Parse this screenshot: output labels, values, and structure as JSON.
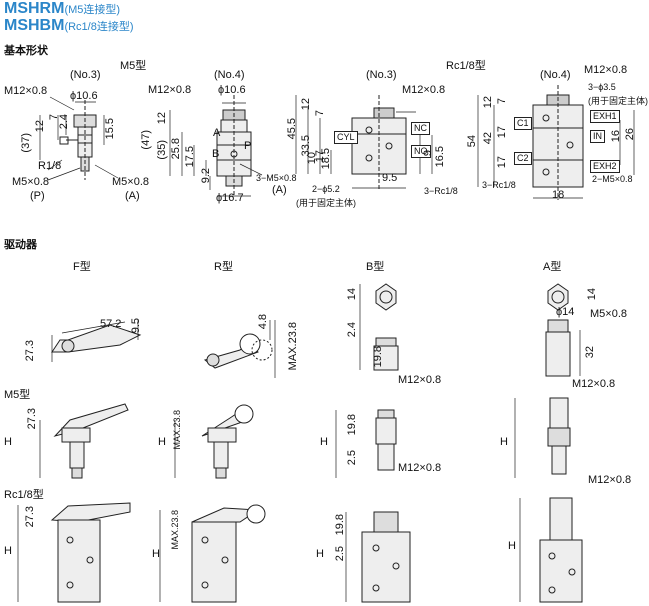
{
  "header": {
    "title1": "MSHRM",
    "title1_sub": "(M5连接型)",
    "title2": "MSHBM",
    "title2_sub": "(Rc1/8连接型)"
  },
  "sections": {
    "basic_shape": "基本形状",
    "actuator": "驱动器"
  },
  "basic": {
    "m5_label": "M5型",
    "rc_label": "Rc1/8型",
    "no3": "(No.3)",
    "no4": "(No.4)",
    "m12": "M12×0.8",
    "phi106": "ϕ10.6",
    "d37": "(37)",
    "d12": "12",
    "d7": "7",
    "d24": "2.4",
    "d155": "15.5",
    "r18": "R1/8",
    "m5x08": "M5×0.8",
    "p": "(P)",
    "a": "(A)",
    "d47": "(47)",
    "d35": "(35)",
    "d258": "25.8",
    "d175": "17.5",
    "d92": "9.2",
    "letterA": "A",
    "letterB": "B",
    "letterP": "P",
    "three_m5": "3−M5×0.8",
    "a2": "(A)",
    "phi167": "ϕ16.7",
    "d455": "45.5",
    "d335": "33.5",
    "d10": "10",
    "d17": "17",
    "d185": "18.5",
    "cyl": "CYL",
    "nc": "NC",
    "no": "NO",
    "d9": "9",
    "d165": "16.5",
    "d95": "9.5",
    "two_phi52": "2−ϕ5.2",
    "fix_note": "(用于固定主体)",
    "three_rc": "3−Rc1/8",
    "d54": "54",
    "d42": "42",
    "three_phi35": "3−ϕ3.5",
    "fix_note2": "(用于固定主体)",
    "exh1": "EXH1",
    "in": "IN",
    "exh2": "EXH2",
    "c1": "C1",
    "c2": "C2",
    "d16": "16",
    "d26": "26",
    "d18": "18",
    "three_rc2": "3−Rc1/8",
    "two_m5": "2−M5×0.8"
  },
  "actuator": {
    "f": "F型",
    "r": "R型",
    "b": "B型",
    "a": "A型",
    "d572": "57.2",
    "d95": "9.5",
    "d273": "27.3",
    "d48": "4.8",
    "max238": "MAX.23.8",
    "d14": "14",
    "d24": "2.4",
    "d198": "19.8",
    "m12": "M12×0.8",
    "phi14": "ϕ14",
    "m5": "M5×0.8",
    "d32": "32",
    "m12b": "M12×0.8"
  },
  "rows": {
    "m5": "M5型",
    "rc": "Rc1/8型",
    "h": "H",
    "d273": "27.3",
    "max238": "MAX.23.8",
    "d198": "19.8",
    "d25": "2.5",
    "m12": "M12×0.8",
    "m12b": "M12×0.8"
  }
}
